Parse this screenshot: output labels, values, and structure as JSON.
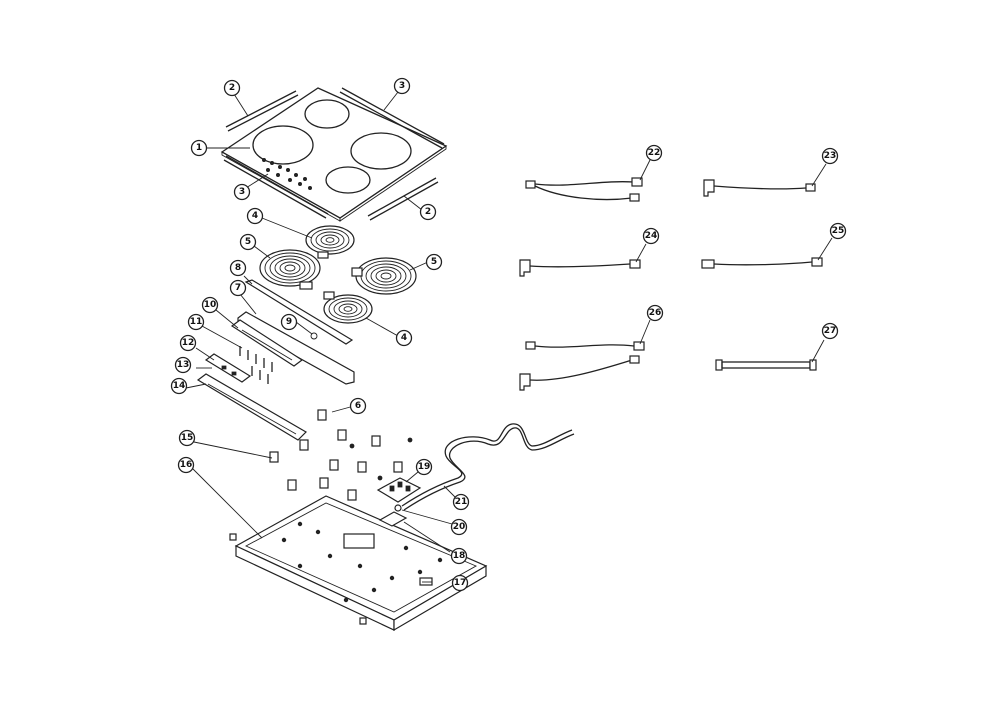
{
  "diagram": {
    "parts": [
      {
        "id": "p1",
        "label": "1"
      },
      {
        "id": "p2a",
        "label": "2"
      },
      {
        "id": "p2b",
        "label": "2"
      },
      {
        "id": "p3a",
        "label": "3"
      },
      {
        "id": "p3b",
        "label": "3"
      },
      {
        "id": "p4a",
        "label": "4"
      },
      {
        "id": "p4b",
        "label": "4"
      },
      {
        "id": "p5a",
        "label": "5"
      },
      {
        "id": "p5b",
        "label": "5"
      },
      {
        "id": "p6",
        "label": "6"
      },
      {
        "id": "p7",
        "label": "7"
      },
      {
        "id": "p8",
        "label": "8"
      },
      {
        "id": "p9",
        "label": "9"
      },
      {
        "id": "p10",
        "label": "10"
      },
      {
        "id": "p11",
        "label": "11"
      },
      {
        "id": "p12",
        "label": "12"
      },
      {
        "id": "p13",
        "label": "13"
      },
      {
        "id": "p14",
        "label": "14"
      },
      {
        "id": "p15",
        "label": "15"
      },
      {
        "id": "p16",
        "label": "16"
      },
      {
        "id": "p17",
        "label": "17"
      },
      {
        "id": "p18",
        "label": "18"
      },
      {
        "id": "p19",
        "label": "19"
      },
      {
        "id": "p20",
        "label": "20"
      },
      {
        "id": "p21",
        "label": "21"
      },
      {
        "id": "p22",
        "label": "22"
      },
      {
        "id": "p23",
        "label": "23"
      },
      {
        "id": "p24",
        "label": "24"
      },
      {
        "id": "p25",
        "label": "25"
      },
      {
        "id": "p26",
        "label": "26"
      },
      {
        "id": "p27",
        "label": "27"
      }
    ]
  }
}
